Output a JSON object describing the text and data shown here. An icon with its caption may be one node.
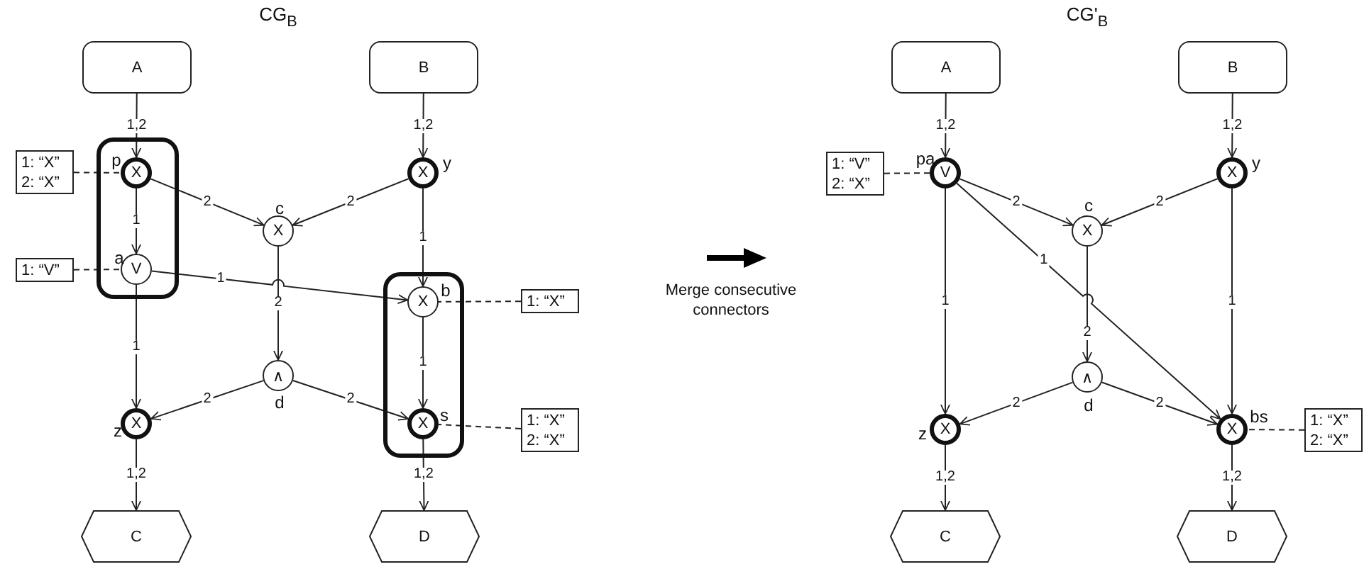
{
  "diagram": {
    "nodes": [
      {
        "text": [
          "A"
        ]
      },
      {
        "text": [
          "B"
        ]
      },
      {
        "text": [
          "1: “X”",
          "2: “X”"
        ]
      },
      {
        "text": [],
        "shape": "box"
      },
      {
        "text": [
          "X"
        ],
        "beside": [
          "p"
        ],
        "in": 3
      },
      {
        "text": [
          "X"
        ],
        "beside": [
          "y"
        ]
      },
      {
        "text": [
          "X"
        ],
        "beside": [
          "c"
        ]
      },
      {
        "text": [
          "1: “V”"
        ]
      },
      {
        "text": [
          "V"
        ],
        "beside": [
          "a"
        ],
        "in": 3
      },
      {
        "text": [],
        "shape": "box"
      },
      {
        "text": [
          "X"
        ],
        "beside": [
          "b"
        ],
        "in": 9
      },
      {
        "text": [
          "1: “X”"
        ]
      },
      {
        "text": [
          "∧"
        ],
        "beside": [
          "d"
        ]
      },
      {
        "text": [
          "X"
        ],
        "beside": [
          "z"
        ]
      },
      {
        "text": [
          "X"
        ],
        "beside": [
          "s"
        ],
        "in": 9
      },
      {
        "text": [
          "1: “X”",
          "2: “X”"
        ]
      },
      {
        "text": [
          "C"
        ]
      },
      {
        "text": [
          "D"
        ]
      },
      {
        "text": [
          "A"
        ]
      },
      {
        "text": [
          "B"
        ]
      },
      {
        "text": [
          "1: “V”",
          "2: “X”"
        ]
      },
      {
        "text": [
          "V"
        ],
        "beside": [
          "pa"
        ]
      },
      {
        "text": [
          "X"
        ],
        "beside": [
          "y"
        ]
      },
      {
        "text": [
          "X"
        ],
        "beside": [
          "c"
        ]
      },
      {
        "text": [
          "∧"
        ],
        "beside": [
          "d"
        ]
      },
      {
        "text": [
          "X"
        ],
        "beside": [
          "z"
        ]
      },
      {
        "text": [
          "X"
        ],
        "beside": [
          "bs"
        ]
      },
      {
        "text": [
          "1: “X”",
          "2: “X”"
        ]
      },
      {
        "text": [
          "C"
        ]
      },
      {
        "text": [
          "D"
        ]
      }
    ],
    "edges": [
      {
        "from": 0,
        "to": 4,
        "arrow": "to",
        "label": "1,2"
      },
      {
        "from": 1,
        "to": 5,
        "arrow": "to",
        "label": "1,2"
      },
      {
        "from": 2,
        "to": 4,
        "arrow": "none",
        "style": "dashed"
      },
      {
        "from": 4,
        "to": 8,
        "arrow": "to",
        "label": "1"
      },
      {
        "from": 4,
        "to": 6,
        "arrow": "to",
        "label": "2"
      },
      {
        "from": 5,
        "to": 6,
        "arrow": "to",
        "label": "2"
      },
      {
        "from": 7,
        "to": 8,
        "arrow": "none",
        "style": "dashed"
      },
      {
        "from": 8,
        "to": 10,
        "arrow": "to",
        "label": "1"
      },
      {
        "from": 6,
        "to": 12,
        "arrow": "to",
        "label": "2"
      },
      {
        "from": 5,
        "to": 10,
        "arrow": "to",
        "label": "1"
      },
      {
        "from": 11,
        "to": 10,
        "arrow": "none",
        "style": "dashed"
      },
      {
        "from": 10,
        "to": 14,
        "arrow": "to",
        "label": "1"
      },
      {
        "from": 8,
        "to": 13,
        "arrow": "to",
        "label": "1"
      },
      {
        "from": 12,
        "to": 13,
        "arrow": "to",
        "label": "2"
      },
      {
        "from": 12,
        "to": 14,
        "arrow": "to",
        "label": "2"
      },
      {
        "from": 15,
        "to": 14,
        "arrow": "none",
        "style": "dashed"
      },
      {
        "from": 13,
        "to": 16,
        "arrow": "to",
        "label": "1,2"
      },
      {
        "from": 14,
        "to": 17,
        "arrow": "to",
        "label": "1,2"
      },
      {
        "from": 18,
        "to": 21,
        "arrow": "to",
        "label": "1,2"
      },
      {
        "from": 19,
        "to": 22,
        "arrow": "to",
        "label": "1,2"
      },
      {
        "from": 20,
        "to": 21,
        "arrow": "none",
        "style": "dashed"
      },
      {
        "from": 21,
        "to": 23,
        "arrow": "to",
        "label": "2"
      },
      {
        "from": 22,
        "to": 23,
        "arrow": "to",
        "label": "2"
      },
      {
        "from": 21,
        "to": 26,
        "arrow": "to",
        "label": "1"
      },
      {
        "from": 23,
        "to": 24,
        "arrow": "to",
        "label": "2"
      },
      {
        "from": 21,
        "to": 25,
        "arrow": "to",
        "label": "1"
      },
      {
        "from": 22,
        "to": 26,
        "arrow": "to",
        "label": "1"
      },
      {
        "from": 24,
        "to": 25,
        "arrow": "to",
        "label": "2"
      },
      {
        "from": 24,
        "to": 26,
        "arrow": "to",
        "label": "2"
      },
      {
        "from": 27,
        "to": 26,
        "arrow": "none",
        "style": "dashed"
      },
      {
        "from": 25,
        "to": 28,
        "arrow": "to",
        "label": "1,2"
      },
      {
        "from": 26,
        "to": 29,
        "arrow": "to",
        "label": "1,2"
      }
    ],
    "labels": [
      "CG$_{B}$",
      "CG'$_{B}$",
      "Merge consecutive connectors"
    ]
  }
}
